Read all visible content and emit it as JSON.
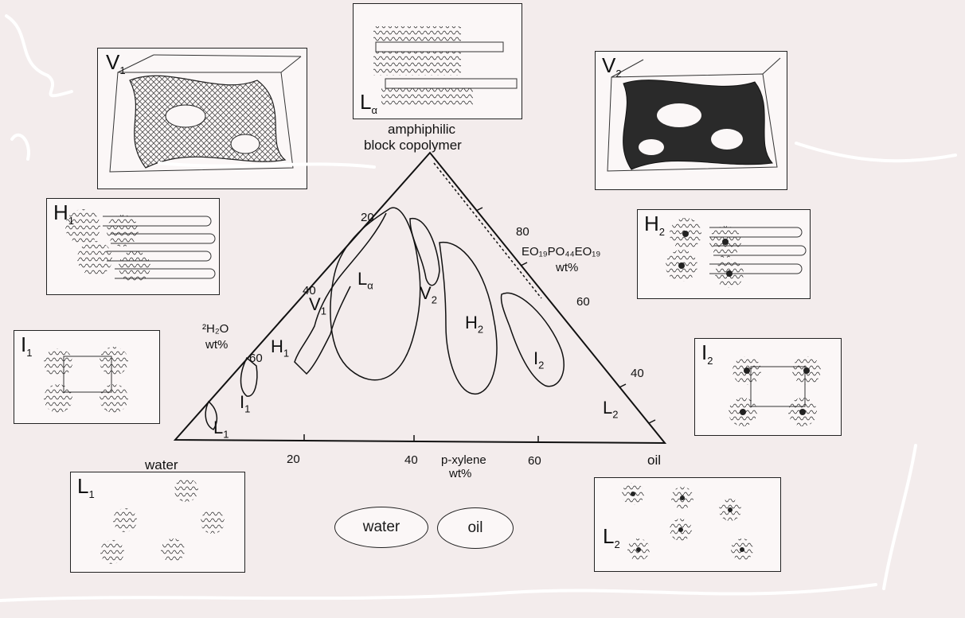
{
  "background_text": [
    "",
    "",
    "",
    "",
    "",
    "",
    "",
    "",
    "",
    "",
    "",
    "",
    "",
    ""
  ],
  "boxes": {
    "V1": {
      "main": "V",
      "sub": "1"
    },
    "La": {
      "main": "L",
      "sub": "α"
    },
    "V2": {
      "main": "V",
      "sub": "2"
    },
    "H1": {
      "main": "H",
      "sub": "1"
    },
    "H2": {
      "main": "H",
      "sub": "2"
    },
    "I1": {
      "main": "I",
      "sub": "1"
    },
    "I2": {
      "main": "I",
      "sub": "2"
    },
    "L1": {
      "main": "L",
      "sub": "1"
    },
    "L2": {
      "main": "L",
      "sub": "2"
    }
  },
  "ternary": {
    "apex_top": "amphiphilic",
    "apex_top_2": "block copolymer",
    "corner_left": "water",
    "corner_right": "oil",
    "left_axis_label": "²H₂O",
    "left_axis_unit": "wt%",
    "right_axis_label": "EO₁₉PO₄₄EO₁₉",
    "right_axis_unit": "wt%",
    "bottom_axis_label": "p-xylene",
    "bottom_axis_unit": "wt%",
    "ticks_left": [
      "20",
      "40",
      "60"
    ],
    "ticks_right": [
      "80",
      "60",
      "40"
    ],
    "ticks_bottom": [
      "20",
      "40",
      "60"
    ],
    "regions": {
      "La": {
        "main": "L",
        "sub": "α"
      },
      "V1": {
        "main": "V",
        "sub": "1"
      },
      "V2": {
        "main": "V",
        "sub": "2"
      },
      "H1": {
        "main": "H",
        "sub": "1"
      },
      "H2": {
        "main": "H",
        "sub": "2"
      },
      "I1": {
        "main": "I",
        "sub": "1"
      },
      "I2": {
        "main": "I",
        "sub": "2"
      },
      "L1": {
        "main": "L",
        "sub": "1"
      },
      "L2": {
        "main": "L",
        "sub": "2"
      }
    }
  },
  "legend": {
    "water": "water",
    "oil": "oil"
  }
}
